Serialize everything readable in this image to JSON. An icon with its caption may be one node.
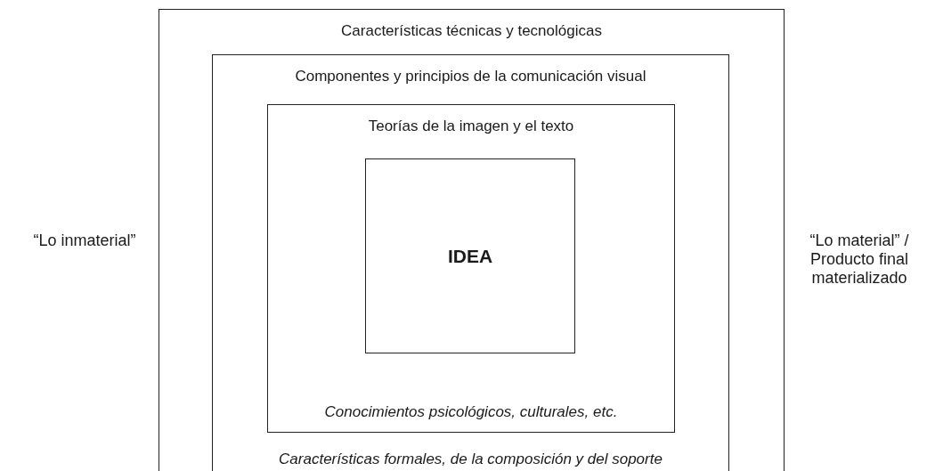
{
  "diagram": {
    "nodes": [
      {
        "text": [
          "Características técnicas y tecnológicas"
        ]
      },
      {
        "text": [
          "Componentes y principios de la comunicación visual",
          "Características formales, de la composición y del soporte"
        ],
        "in": 0
      },
      {
        "text": [
          "Teorías de la imagen y el texto",
          "Conocimientos psicológicos, culturales, etc."
        ],
        "in": 1
      },
      {
        "text": [
          "IDEA"
        ],
        "in": 2
      }
    ],
    "edges": [],
    "labels": [
      "“Lo inmaterial”",
      "“Lo material” / Producto final materializado"
    ]
  }
}
